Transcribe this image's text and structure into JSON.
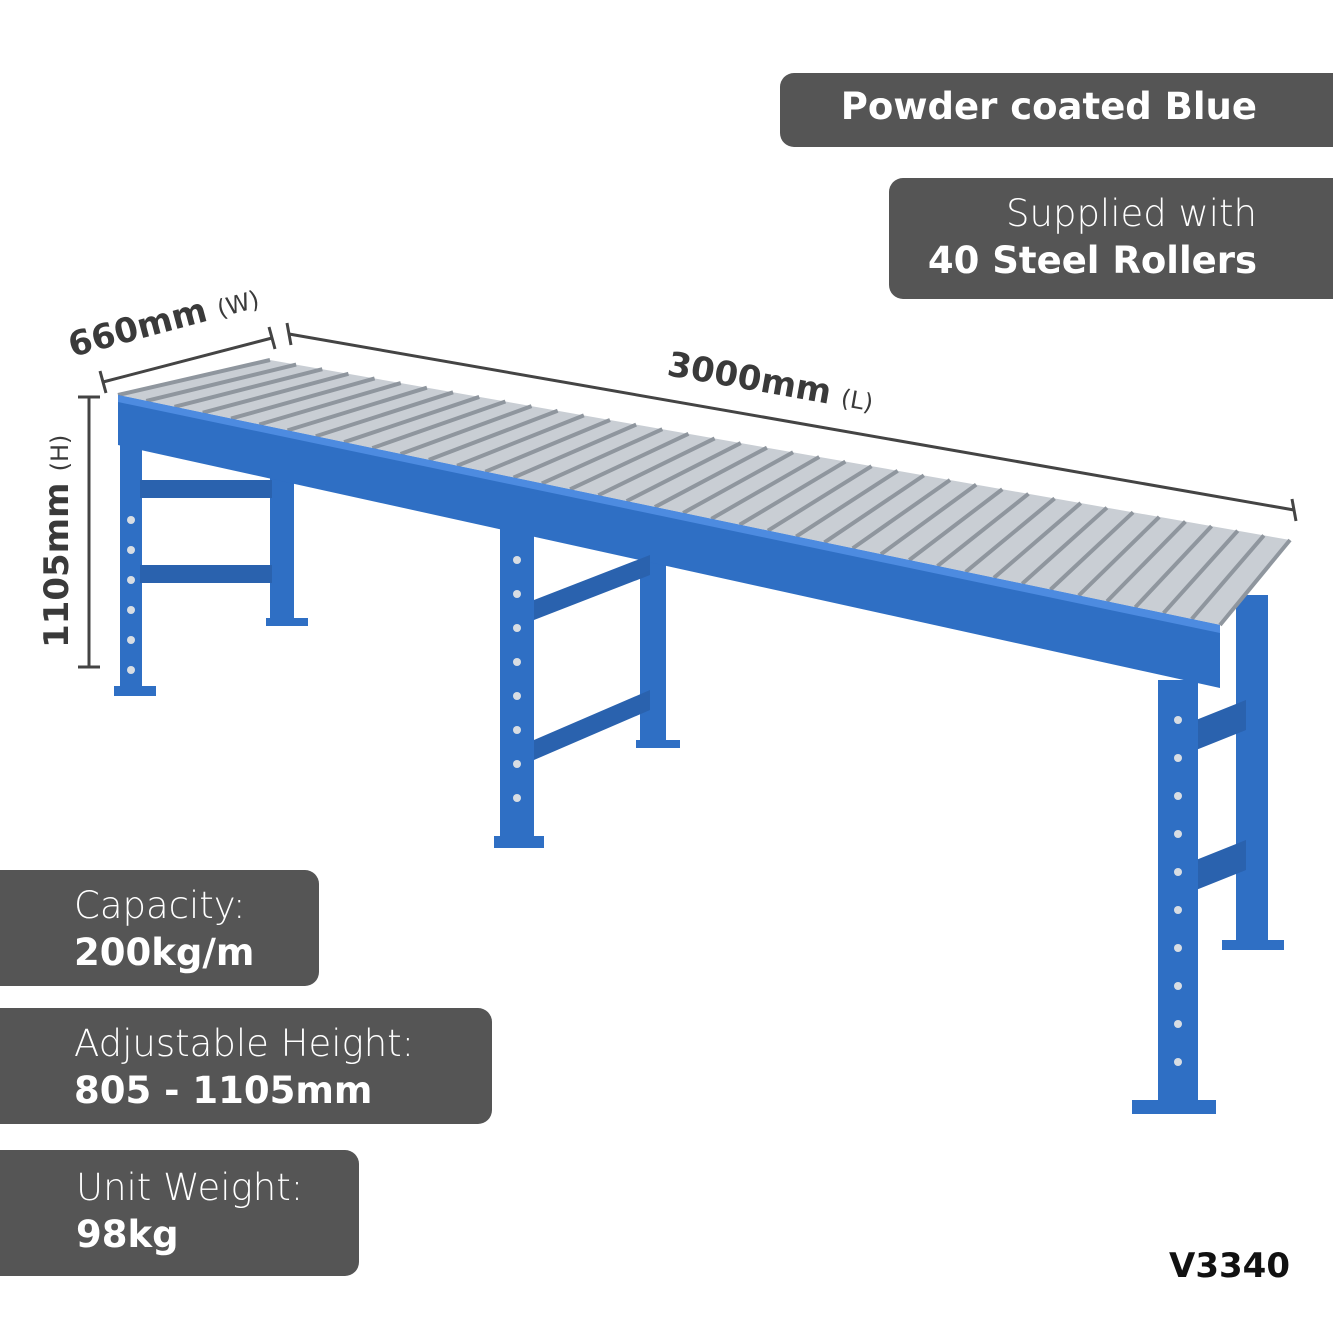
{
  "badges": {
    "finish": {
      "text": "Powder coated Blue"
    },
    "rollers": {
      "line1": "Supplied with",
      "line2": "40 Steel Rollers"
    },
    "capacity": {
      "label": "Capacity:",
      "value": "200kg/m"
    },
    "height": {
      "label": "Adjustable Height:",
      "value": "805 - 1105mm"
    },
    "weight": {
      "label": "Unit Weight:",
      "value": "98kg"
    }
  },
  "dimensions": {
    "width": {
      "value": "660mm",
      "unit": "(W)"
    },
    "length": {
      "value": "3000mm",
      "unit": "(L)"
    },
    "height": {
      "value": "1105mm",
      "unit": "(H)"
    }
  },
  "sku": "V3340",
  "colors": {
    "badge": "#555555",
    "frame": "#2f6fc4",
    "roller": "#c9ced4"
  }
}
